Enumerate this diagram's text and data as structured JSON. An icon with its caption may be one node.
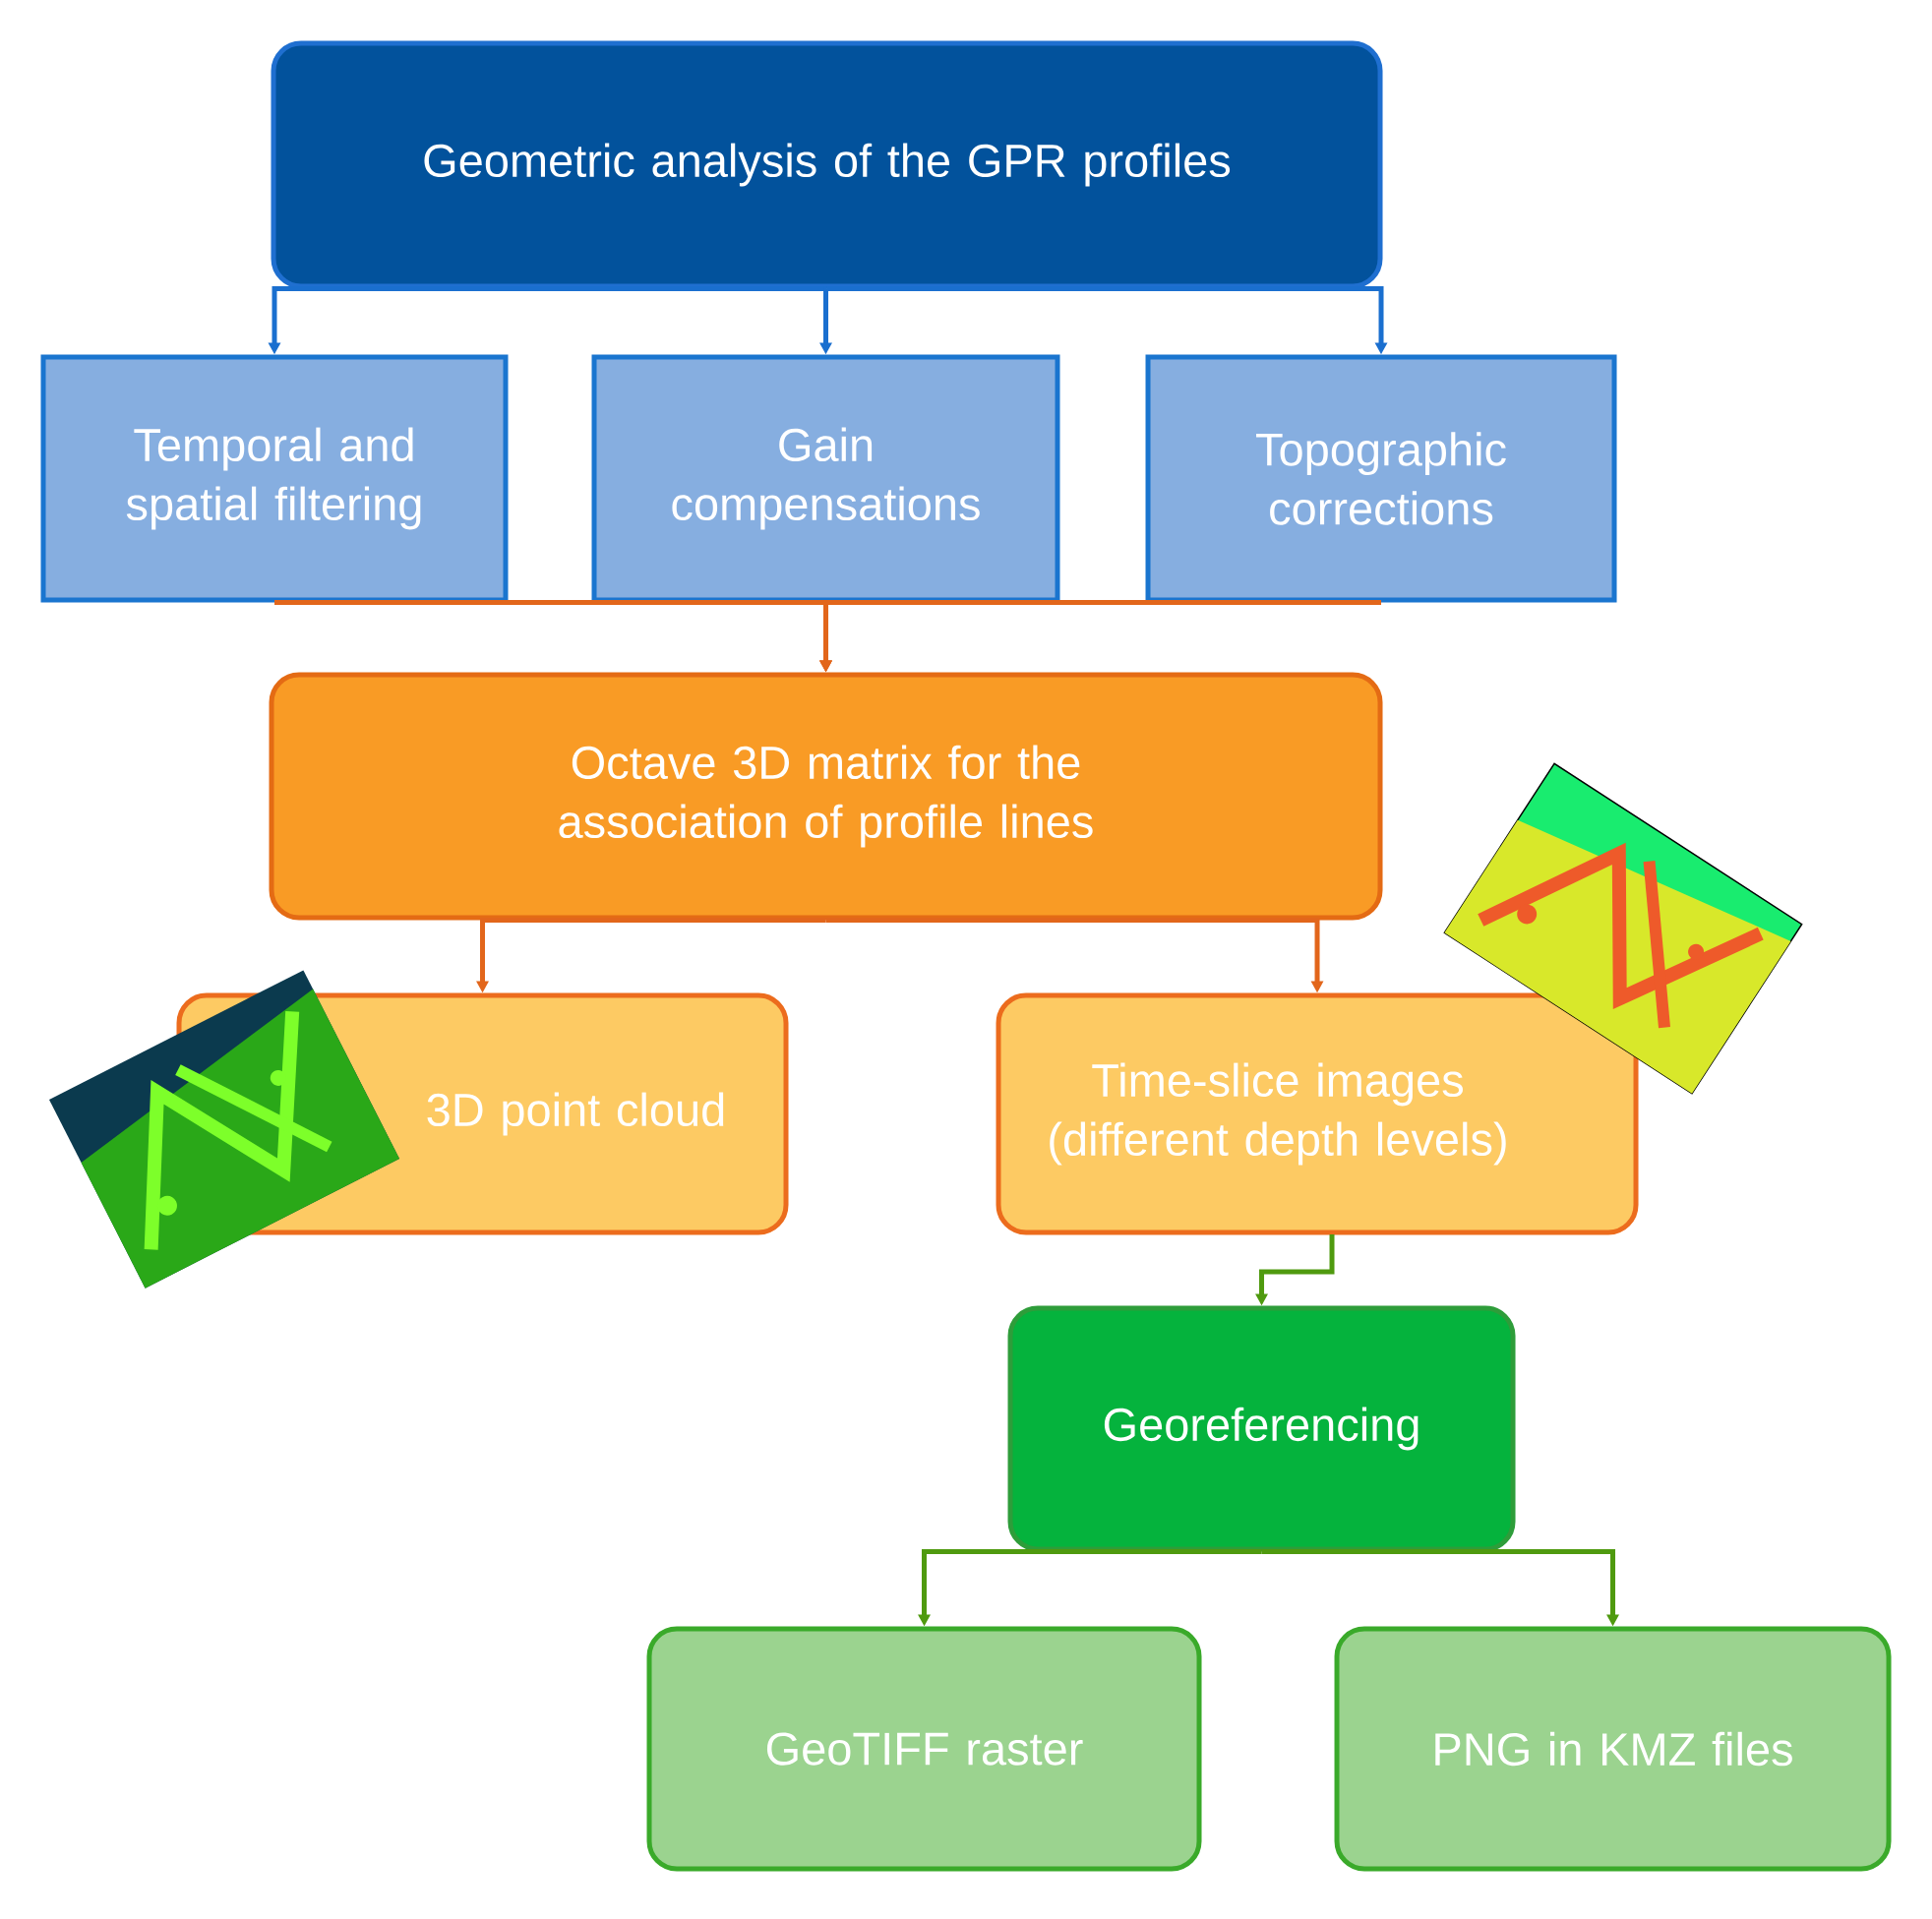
{
  "diagram": {
    "nodes": [
      {
        "text": [
          "Geometric analysis of the GPR profiles"
        ]
      },
      {
        "text": [
          "Temporal and spatial filtering"
        ]
      },
      {
        "text": [
          "Gain compensations"
        ]
      },
      {
        "text": [
          "Topographic corrections"
        ]
      },
      {
        "text": [
          "Octave 3D matrix for the association of profile lines"
        ]
      },
      {
        "text": [
          "3D point cloud"
        ]
      },
      {
        "text": [
          "Time-slice images (different depth levels)"
        ]
      },
      {
        "text": [
          "Georeferencing"
        ]
      },
      {
        "text": [
          "GeoTIFF raster"
        ]
      },
      {
        "text": [
          "PNG in KMZ files"
        ]
      }
    ],
    "edges": [
      {
        "from": 0,
        "to": 1,
        "arrow": "to",
        "color": "#1a6fcf"
      },
      {
        "from": 0,
        "to": 2,
        "arrow": "to",
        "color": "#1a6fcf"
      },
      {
        "from": 0,
        "to": 3,
        "arrow": "to",
        "color": "#1a6fcf"
      },
      {
        "from": 1,
        "to": 4,
        "arrow": "to",
        "color": "#e2661b"
      },
      {
        "from": 2,
        "to": 4,
        "arrow": "to",
        "color": "#e2661b"
      },
      {
        "from": 3,
        "to": 4,
        "arrow": "to",
        "color": "#e2661b"
      },
      {
        "from": 4,
        "to": 5,
        "arrow": "to",
        "color": "#e2661b"
      },
      {
        "from": 4,
        "to": 6,
        "arrow": "to",
        "color": "#e2661b"
      },
      {
        "from": 6,
        "to": 7,
        "arrow": "to",
        "color": "#4f9a0f"
      },
      {
        "from": 7,
        "to": 8,
        "arrow": "to",
        "color": "#4f9a0f"
      },
      {
        "from": 7,
        "to": 9,
        "arrow": "to",
        "color": "#4f9a0f"
      }
    ]
  }
}
